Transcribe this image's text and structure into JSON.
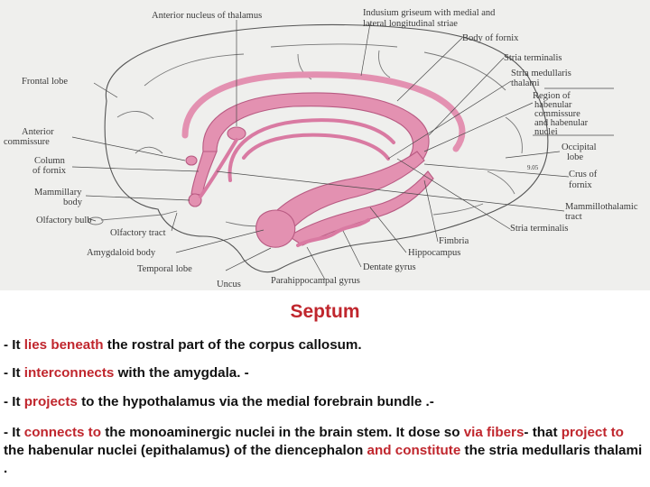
{
  "figure": {
    "labels": {
      "anterior_nucleus": "Anterior nucleus of thalamus",
      "indusium_1": "Indusium griseum with medial and",
      "indusium_2": "lateral longitudinal striae",
      "body_fornix": "Body of fornix",
      "stria_terminalis_top": "Stria terminalis",
      "stria_medullaris_1": "Stria medullaris",
      "stria_medullaris_2": "thalami",
      "region_1": "Region of",
      "region_2": "habenular",
      "region_3": "commissure",
      "region_4": "and habenular",
      "region_5": "nuclei",
      "occipital_1": "Occipital",
      "occipital_2": "lobe",
      "crus_1": "Crus of",
      "crus_2": "fornix",
      "mammillothalamic_1": "Mammillothalamic",
      "mammillothalamic_2": "tract",
      "stria_terminalis_bottom": "Stria terminalis",
      "fimbria": "Fimbria",
      "hippocampus": "Hippocampus",
      "dentate": "Dentate gyrus",
      "parahippocampal": "Parahippocampal gyrus",
      "uncus": "Uncus",
      "temporal_lobe": "Temporal lobe",
      "amygdaloid": "Amygdaloid body",
      "olfactory_tract": "Olfactory tract",
      "olfactory_bulb": "Olfactory bulb",
      "mammillary_1": "Mammillary",
      "mammillary_2": "body",
      "column_1": "Column",
      "column_2": "of fornix",
      "anterior_comm_1": "Anterior",
      "anterior_comm_2": "commissure",
      "frontal_lobe": "Frontal lobe",
      "fig_number": "9.05"
    }
  },
  "title": "Septum",
  "paragraphs": [
    {
      "segments": [
        {
          "text": "- It ",
          "hl": false
        },
        {
          "text": "lies beneath",
          "hl": true
        },
        {
          "text": " the rostral part  of the corpus callosum.",
          "hl": false
        }
      ]
    },
    {
      "segments": [
        {
          "text": "- It ",
          "hl": false
        },
        {
          "text": "interconnects",
          "hl": true
        },
        {
          "text": " with the amygdala. -",
          "hl": false
        }
      ]
    },
    {
      "segments": [
        {
          "text": "- It ",
          "hl": false
        },
        {
          "text": "projects",
          "hl": true
        },
        {
          "text": " to the hypothalamus via the medial forebrain bundle .-",
          "hl": false
        }
      ]
    },
    {
      "segments": [
        {
          "text": " - It  ",
          "hl": false
        },
        {
          "text": "connects to",
          "hl": true
        },
        {
          "text": " the monoaminergic nuclei in the brain stem. It dose so ",
          "hl": false
        },
        {
          "text": "via fibers",
          "hl": true
        },
        {
          "text": "- that ",
          "hl": false
        },
        {
          "text": "project to",
          "hl": true
        },
        {
          "text": " the habenular nuclei (epithalamus) of the diencephalon ",
          "hl": false
        },
        {
          "text": "and constitute",
          "hl": true
        },
        {
          "text": " the stria medullaris thalami .",
          "hl": false
        }
      ]
    }
  ],
  "colors": {
    "highlight": "#c0262d",
    "limbic_pink": "#e391b1",
    "figure_background": "#efefed"
  }
}
